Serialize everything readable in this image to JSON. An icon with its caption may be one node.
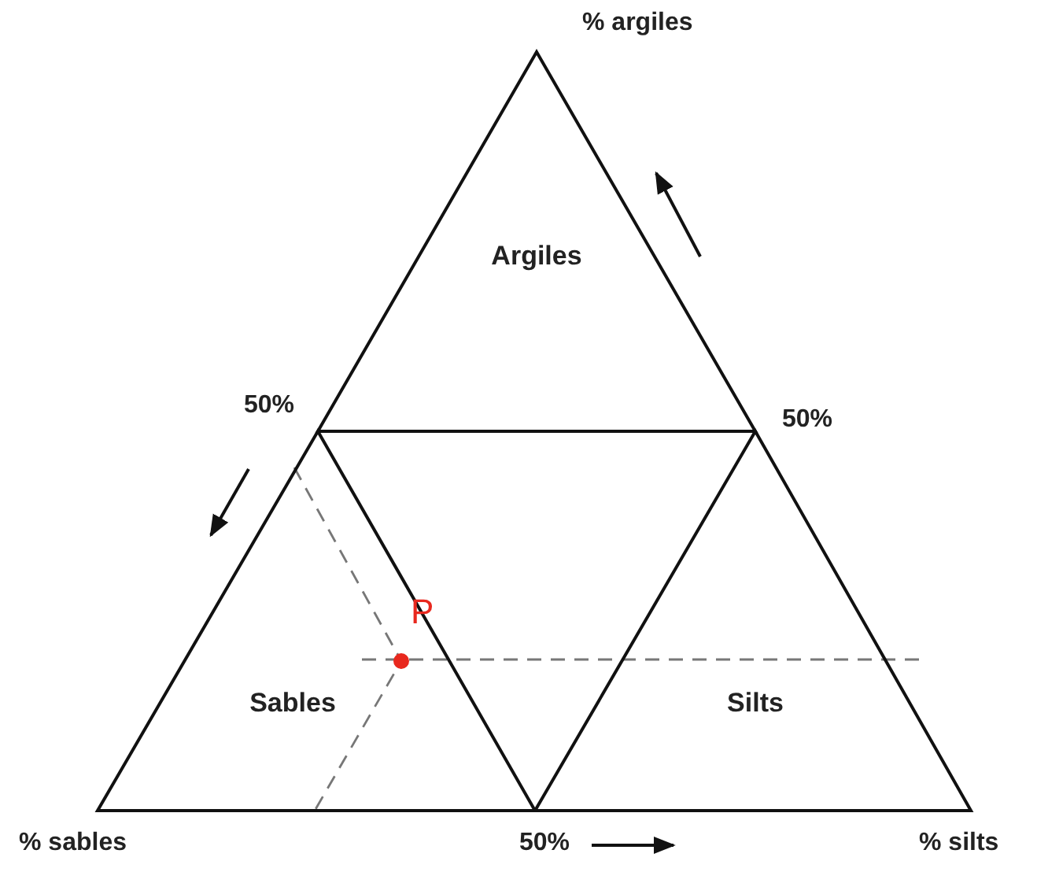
{
  "diagram": {
    "nodes": [
      {
        "text": [
          "Argiles"
        ]
      },
      {
        "text": [
          "Sables"
        ]
      },
      {
        "text": [
          "Silts"
        ]
      }
    ],
    "edges": [],
    "labels": [
      "% argiles",
      "50%",
      "50%",
      "P",
      "% sables",
      "50%",
      "% silts"
    ]
  }
}
